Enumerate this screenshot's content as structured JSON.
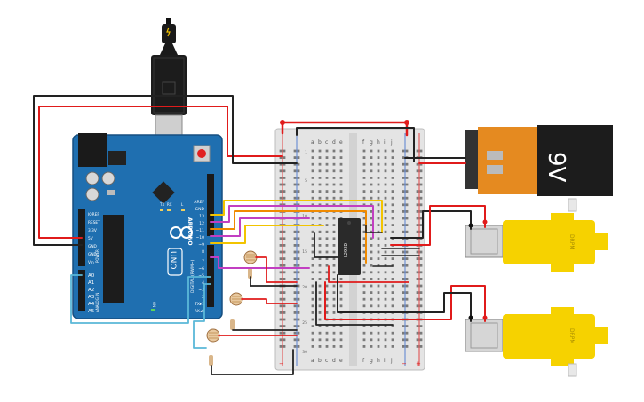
{
  "arduino": {
    "brand": "ARDUINO",
    "model": "UNO",
    "power_pins": [
      "IOREF",
      "RESET",
      "3.3V",
      "5V",
      "GND",
      "GND",
      "Vin"
    ],
    "analog_pins": [
      "A0",
      "A1",
      "A2",
      "A3",
      "A4",
      "A5"
    ],
    "power_label": "POWER",
    "analog_label": "ANALOG IN",
    "digital_label": "DIGITAL (PWM~)",
    "top_pins": [
      "AREF",
      "GND",
      "13",
      "12",
      "~11",
      "~10",
      "~9",
      "8"
    ],
    "lower_pins": [
      "7",
      "~6",
      "~5",
      "4",
      "~3",
      "2",
      "TX▸1",
      "RX◂0"
    ],
    "led_labels": [
      "TX",
      "RX",
      "L"
    ],
    "on_label": "ON"
  },
  "breadboard": {
    "columns_left": [
      "a",
      "b",
      "c",
      "d",
      "e"
    ],
    "columns_right": [
      "f",
      "g",
      "h",
      "i",
      "j"
    ],
    "row_numbers": [
      "1",
      "5",
      "10",
      "15",
      "20",
      "25",
      "30"
    ],
    "rail_minus": "−",
    "rail_plus": "+"
  },
  "ic": {
    "label": "L293D"
  },
  "battery": {
    "label": "9V"
  },
  "motors": [
    {
      "label": "DRPM"
    },
    {
      "label": "DRPM"
    }
  ],
  "colors": {
    "red_wire": "#e01b1b",
    "black_wire": "#222222",
    "yellow_wire": "#f2c400",
    "orange_wire": "#f08a00",
    "magenta_wire": "#c23fc2",
    "cyan_wire": "#5ab8d8",
    "board_blue": "#1f6fb0",
    "motor_yellow": "#f6d200",
    "battery_orange": "#e58a20"
  }
}
